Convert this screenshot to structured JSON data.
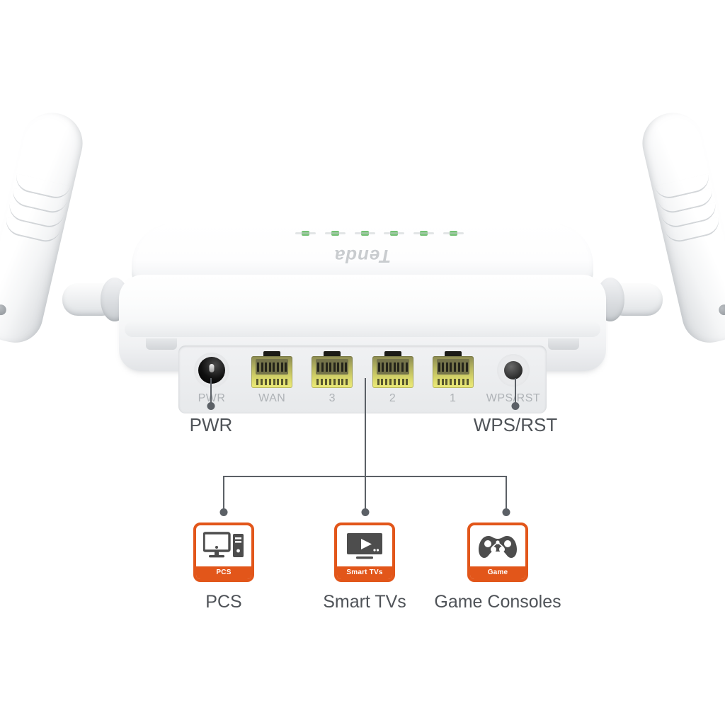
{
  "product": {
    "brand": "Tenda",
    "port_labels": [
      "PWR",
      "WAN",
      "3",
      "2",
      "1",
      "WPS/RST"
    ],
    "led_count": 6,
    "led_color": "#5cb85c"
  },
  "callouts": [
    {
      "label": "PWR"
    },
    {
      "label": "WPS/RST"
    }
  ],
  "devices": [
    {
      "tag": "PCS",
      "caption": "PCS",
      "icon": "desktop-computer-icon"
    },
    {
      "tag": "Smart TVs",
      "caption": "Smart TVs",
      "icon": "television-play-icon"
    },
    {
      "tag": "Game Consoles",
      "caption": "Game Consoles",
      "icon": "gamepad-icon"
    }
  ],
  "colors": {
    "accent": "#e2561a",
    "line": "#5b6066",
    "text": "#4f5358",
    "port_label": "#aeb2b6",
    "background": "#ffffff"
  }
}
